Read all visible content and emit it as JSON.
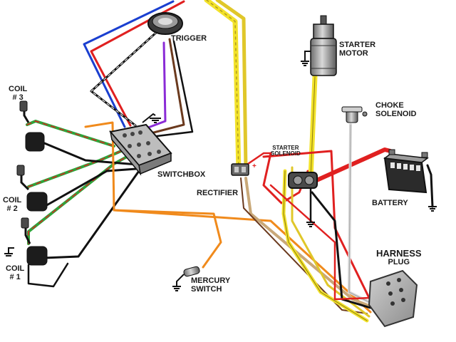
{
  "labels": {
    "trigger": "TRIGGER",
    "starter_motor_1": "STARTER",
    "starter_motor_2": "MOTOR",
    "choke_1": "CHOKE",
    "choke_2": "SOLENOID",
    "coil3_1": "COIL",
    "coil3_2": "# 3",
    "coil2_1": "COIL",
    "coil2_2": "# 2",
    "coil1_1": "COIL",
    "coil1_2": "# 1",
    "switchbox": "SWITCHBOX",
    "rectifier": "RECTIFIER",
    "starter_solenoid_1": "STARTER",
    "starter_solenoid_2": "SOLENOID",
    "battery": "BATTERY",
    "harness_1": "HARNESS",
    "harness_2": "PLUG",
    "mercury_1": "MERCURY",
    "mercury_2": "SWITCH"
  },
  "wire_colors": {
    "red": "#e02020",
    "blue": "#1a3fd0",
    "black": "#111111",
    "purple": "#8a2bd6",
    "brown": "#6b3a1e",
    "orange": "#f08a1c",
    "yellow": "#f2e22a",
    "tan": "#c9a878",
    "white": "#e8e8e8",
    "green": "#2da53a",
    "gray": "#8a8a8a"
  }
}
